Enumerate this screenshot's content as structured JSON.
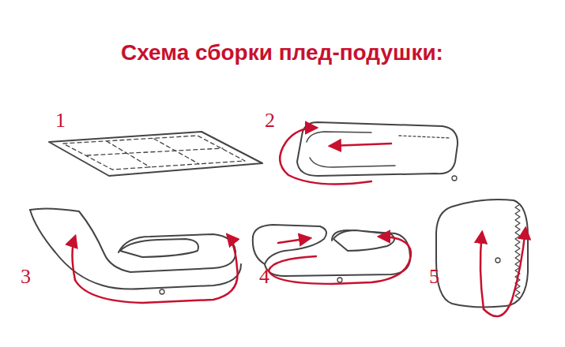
{
  "diagram": {
    "title": "Схема сборки плед-подушки:",
    "labels": [
      "1",
      "2",
      "3",
      "4",
      "5"
    ]
  }
}
